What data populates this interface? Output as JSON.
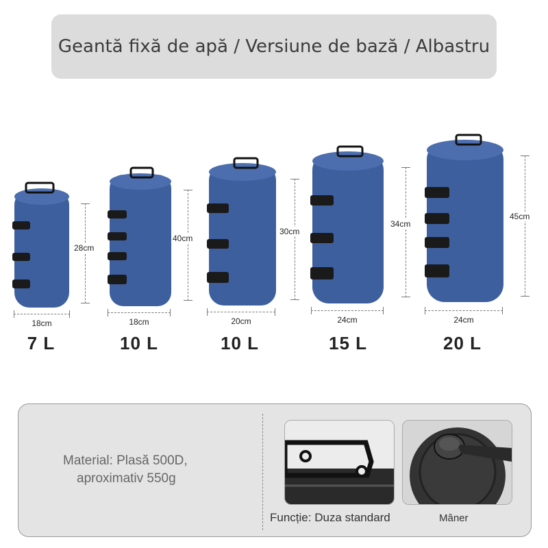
{
  "title": "Geantă fixă de apă / Versiune de bază / Albastru",
  "bags": [
    {
      "capacity": "7 L",
      "width_label": "18cm",
      "height_label": "28cm",
      "straps": 3
    },
    {
      "capacity": "10 L",
      "width_label": "18cm",
      "height_label": "40cm",
      "straps": 4
    },
    {
      "capacity": "10 L",
      "width_label": "20cm",
      "height_label": "30cm",
      "straps": 3
    },
    {
      "capacity": "15 L",
      "width_label": "24cm",
      "height_label": "34cm",
      "straps": 3
    },
    {
      "capacity": "20 L",
      "width_label": "24cm",
      "height_label": "45cm",
      "straps": 4
    }
  ],
  "info": {
    "material_line1": "Material: Plasă 500D,",
    "material_line2": "aproximativ 550g",
    "function_label": "Funcție: Duza standard",
    "handle_label": "Mâner"
  },
  "colors": {
    "bag_blue": "#3e5f9e",
    "strap_black": "#1a1a1a",
    "panel_gray": "#e4e4e4"
  }
}
